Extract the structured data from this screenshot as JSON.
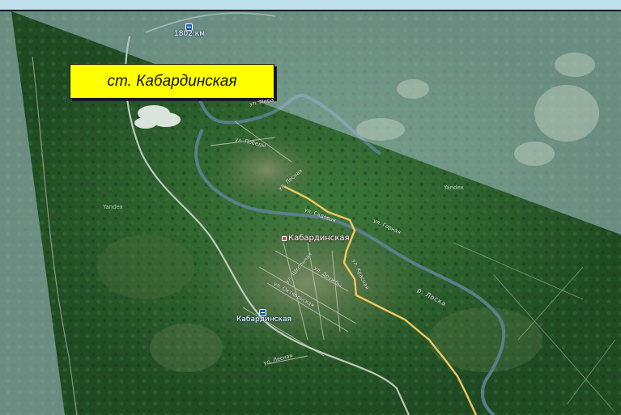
{
  "map": {
    "callout_title": "ст. Кабардинская",
    "labels": {
      "km_marker": "1802 км",
      "village": "Кабардинская",
      "station": "Кабардинская",
      "river": "р. Лоска",
      "watermark_left": "Yandex",
      "watermark_right": "Yandex"
    },
    "streets": [
      "ул. Мира",
      "ул. Победы",
      "ул. Лесная",
      "ул. Садовая",
      "ул. Горная",
      "ул. Школьная",
      "ул. Дружбы",
      "ул. Октябрьская",
      "ул. Красная",
      "ул. Лесная"
    ],
    "colors": {
      "forest_dark": "#1f4a22",
      "forest_mid": "#2f6b32",
      "field_light": "#6f8f5a",
      "haze_overlay": "#a9c3cf",
      "road_major": "#e4d9a8",
      "road_main": "#f3c85d",
      "river": "#6b8ea0",
      "callout_bg": "#ffff00",
      "top_bar": "#bfe1ee"
    }
  }
}
